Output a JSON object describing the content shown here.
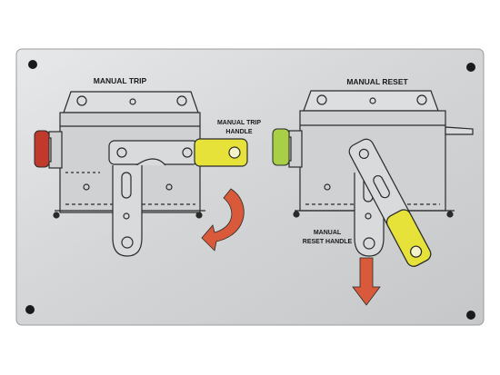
{
  "plate": {
    "left_title": "MANUAL TRIP",
    "right_title": "MANUAL RESET",
    "trip_handle_label": [
      "MANUAL TRIP",
      "HANDLE"
    ],
    "reset_handle_label": [
      "MANUAL",
      "RESET HANDLE"
    ]
  },
  "colors": {
    "plate": "#d6d8da",
    "line": "#2a2a2a",
    "handle_yellow": "#e6e23a",
    "arrow_orange": "#d85a3a",
    "trip_button_red": "#c0392b",
    "reset_button_green": "#a9cf46"
  },
  "icons": [
    "curved-arrow-icon",
    "down-arrow-icon",
    "mounting-hole-icon"
  ]
}
